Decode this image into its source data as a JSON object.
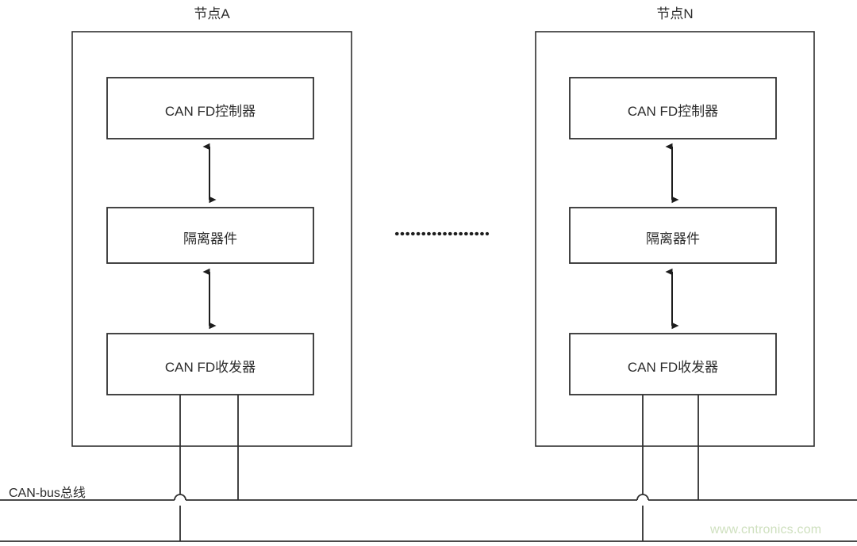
{
  "diagram": {
    "title_hidden": "CAN FD 节点与 CAN-bus 总线连接框图",
    "stroke_color": "#262626",
    "background_color": "#ffffff",
    "nodes": [
      {
        "id": "node-a",
        "title": "节点A",
        "blocks": [
          {
            "id": "controller",
            "label": "CAN FD控制器"
          },
          {
            "id": "isolator",
            "label": "隔离器件"
          },
          {
            "id": "transceiver",
            "label": "CAN FD收发器"
          }
        ],
        "connectors": [
          {
            "from": "controller",
            "to": "isolator",
            "kind": "double-arrow"
          },
          {
            "from": "isolator",
            "to": "transceiver",
            "kind": "double-arrow"
          }
        ],
        "bus_drops": [
          "CAN_H",
          "CAN_L"
        ]
      },
      {
        "id": "node-n",
        "title": "节点N",
        "blocks": [
          {
            "id": "controller",
            "label": "CAN FD控制器"
          },
          {
            "id": "isolator",
            "label": "隔离器件"
          },
          {
            "id": "transceiver",
            "label": "CAN FD收发器"
          }
        ],
        "connectors": [
          {
            "from": "controller",
            "to": "isolator",
            "kind": "double-arrow"
          },
          {
            "from": "isolator",
            "to": "transceiver",
            "kind": "double-arrow"
          }
        ],
        "bus_drops": [
          "CAN_H",
          "CAN_L"
        ]
      }
    ],
    "ellipsis": {
      "label": "·················",
      "dot_count": 18
    },
    "bus": {
      "label": "CAN-bus总线",
      "line_count": 2
    },
    "watermark": {
      "text": "www.cntronics.com",
      "color": "#cfe0bf"
    }
  }
}
